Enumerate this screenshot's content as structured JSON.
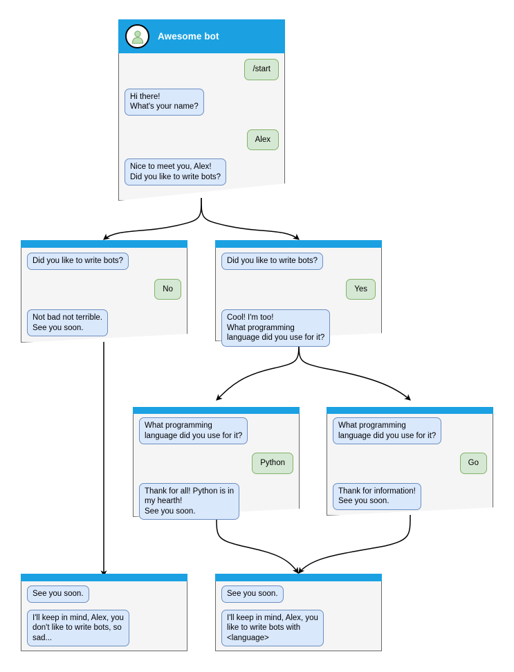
{
  "diagram": {
    "type": "bot-conversation-flowchart",
    "colors": {
      "header": "#1ba1e2",
      "card_bg": "#f5f5f5",
      "card_border": "#666666",
      "bot_bubble_bg": "#dae8fc",
      "bot_bubble_border": "#6c8ebf",
      "user_bubble_bg": "#d5e8d4",
      "user_bubble_border": "#82b366",
      "edge": "#000000"
    }
  },
  "cards": [
    {
      "id": "start",
      "title": "Awesome bot",
      "has_header_title": true,
      "avatar_icon": "user-avatar-icon",
      "messages": [
        {
          "from": "user",
          "text": "/start"
        },
        {
          "from": "bot",
          "text": "Hi there!\nWhat's your name?"
        },
        {
          "from": "user",
          "text": "Alex"
        },
        {
          "from": "bot",
          "text": "Nice to meet you, Alex!\nDid you like to write bots?"
        }
      ]
    },
    {
      "id": "answer-no",
      "title": "",
      "has_header_title": false,
      "messages": [
        {
          "from": "bot",
          "text": "Did you like to write bots?"
        },
        {
          "from": "user",
          "text": "No"
        },
        {
          "from": "bot",
          "text": "Not bad not terrible.\nSee you soon."
        }
      ]
    },
    {
      "id": "answer-yes",
      "title": "",
      "has_header_title": false,
      "messages": [
        {
          "from": "bot",
          "text": "Did you like to write bots?"
        },
        {
          "from": "user",
          "text": "Yes"
        },
        {
          "from": "bot",
          "text": "Cool! I'm too!\nWhat programming\nlanguage did you use for it?"
        }
      ]
    },
    {
      "id": "lang-python",
      "title": "",
      "has_header_title": false,
      "messages": [
        {
          "from": "bot",
          "text": "What programming\nlanguage did you use for it?"
        },
        {
          "from": "user",
          "text": "Python"
        },
        {
          "from": "bot",
          "text": "Thank for all! Python is in\nmy hearth!\nSee you soon."
        }
      ]
    },
    {
      "id": "lang-go",
      "title": "",
      "has_header_title": false,
      "messages": [
        {
          "from": "bot",
          "text": "What programming\nlanguage did you use for it?"
        },
        {
          "from": "user",
          "text": "Go"
        },
        {
          "from": "bot",
          "text": "Thank for information!\nSee you soon."
        }
      ]
    },
    {
      "id": "end-no",
      "title": "",
      "has_header_title": false,
      "messages": [
        {
          "from": "bot",
          "text": "See you soon."
        },
        {
          "from": "bot",
          "text": "I'll keep in mind, Alex, you\ndon't like to write bots, so\nsad..."
        }
      ]
    },
    {
      "id": "end-yes",
      "title": "",
      "has_header_title": false,
      "messages": [
        {
          "from": "bot",
          "text": "See you soon."
        },
        {
          "from": "bot",
          "text": "I'll keep in mind, Alex, you\nlike to write bots with\n<language>"
        }
      ]
    }
  ]
}
